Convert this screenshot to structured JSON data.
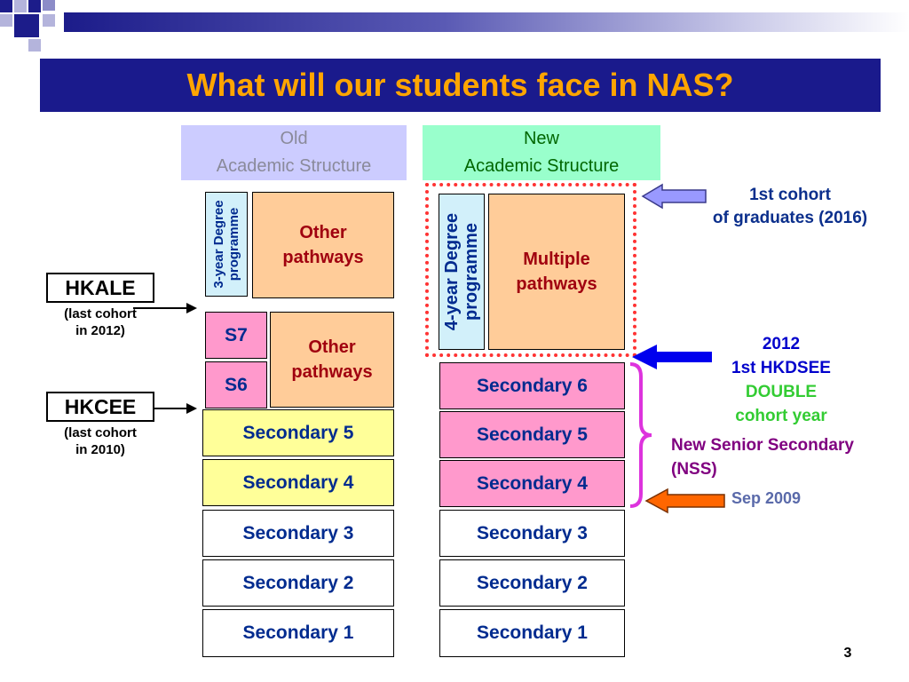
{
  "title": "What will our students face in NAS?",
  "old": {
    "header_line1": "Old",
    "header_line2": "Academic Structure",
    "degree": "3-year Degree programme",
    "other_top": "Other pathways",
    "s7": "S7",
    "s6": "S6",
    "other_mid": "Other pathways",
    "secondary": [
      "Secondary 5",
      "Secondary 4",
      "Secondary 3",
      "Secondary 2",
      "Secondary 1"
    ]
  },
  "new": {
    "header_line1": "New",
    "header_line2": "Academic Structure",
    "degree": "4-year Degree programme",
    "multiple": "Multiple pathways",
    "secondary": [
      "Secondary 6",
      "Secondary 5",
      "Secondary 4",
      "Secondary 3",
      "Secondary 2",
      "Secondary 1"
    ]
  },
  "exams": {
    "hkale": "HKALE",
    "hkale_note_1": "(last cohort",
    "hkale_note_2": "in 2012)",
    "hkcee": "HKCEE",
    "hkcee_note_1": "(last cohort",
    "hkcee_note_2": "in 2010)"
  },
  "notes": {
    "cohort_line1": "1st cohort",
    "cohort_line2": "of graduates (2016)",
    "year_2012": "2012",
    "hkdsee": "1st HKDSEE",
    "double": "DOUBLE",
    "cohort_year": "cohort year",
    "nss_line1": "New Senior Secondary",
    "nss_line2": "(NSS)",
    "sep2009": "Sep 2009"
  },
  "slide_number": "3",
  "colors": {
    "title_bar": "#1a1a8c",
    "title_text": "#ffa500",
    "old_header_bg": "#ccccff",
    "new_header_bg": "#99ffcc",
    "box_text": "#002b8f",
    "pathway_text": "#a0000f",
    "secondary_white": "#ffffff",
    "secondary_yellow": "#ffff99",
    "secondary_pink": "#ff99cc",
    "pathway_bg": "#ffcc99",
    "degree_bg": "#d2f0fa",
    "dotted_border": "#ff3333",
    "arrow_lavender": "#9999ff",
    "arrow_blue": "#0000ee",
    "arrow_orange": "#ff6600",
    "brace": "#dd33dd",
    "double_green": "#33cc33",
    "nss_purple": "#800080"
  }
}
